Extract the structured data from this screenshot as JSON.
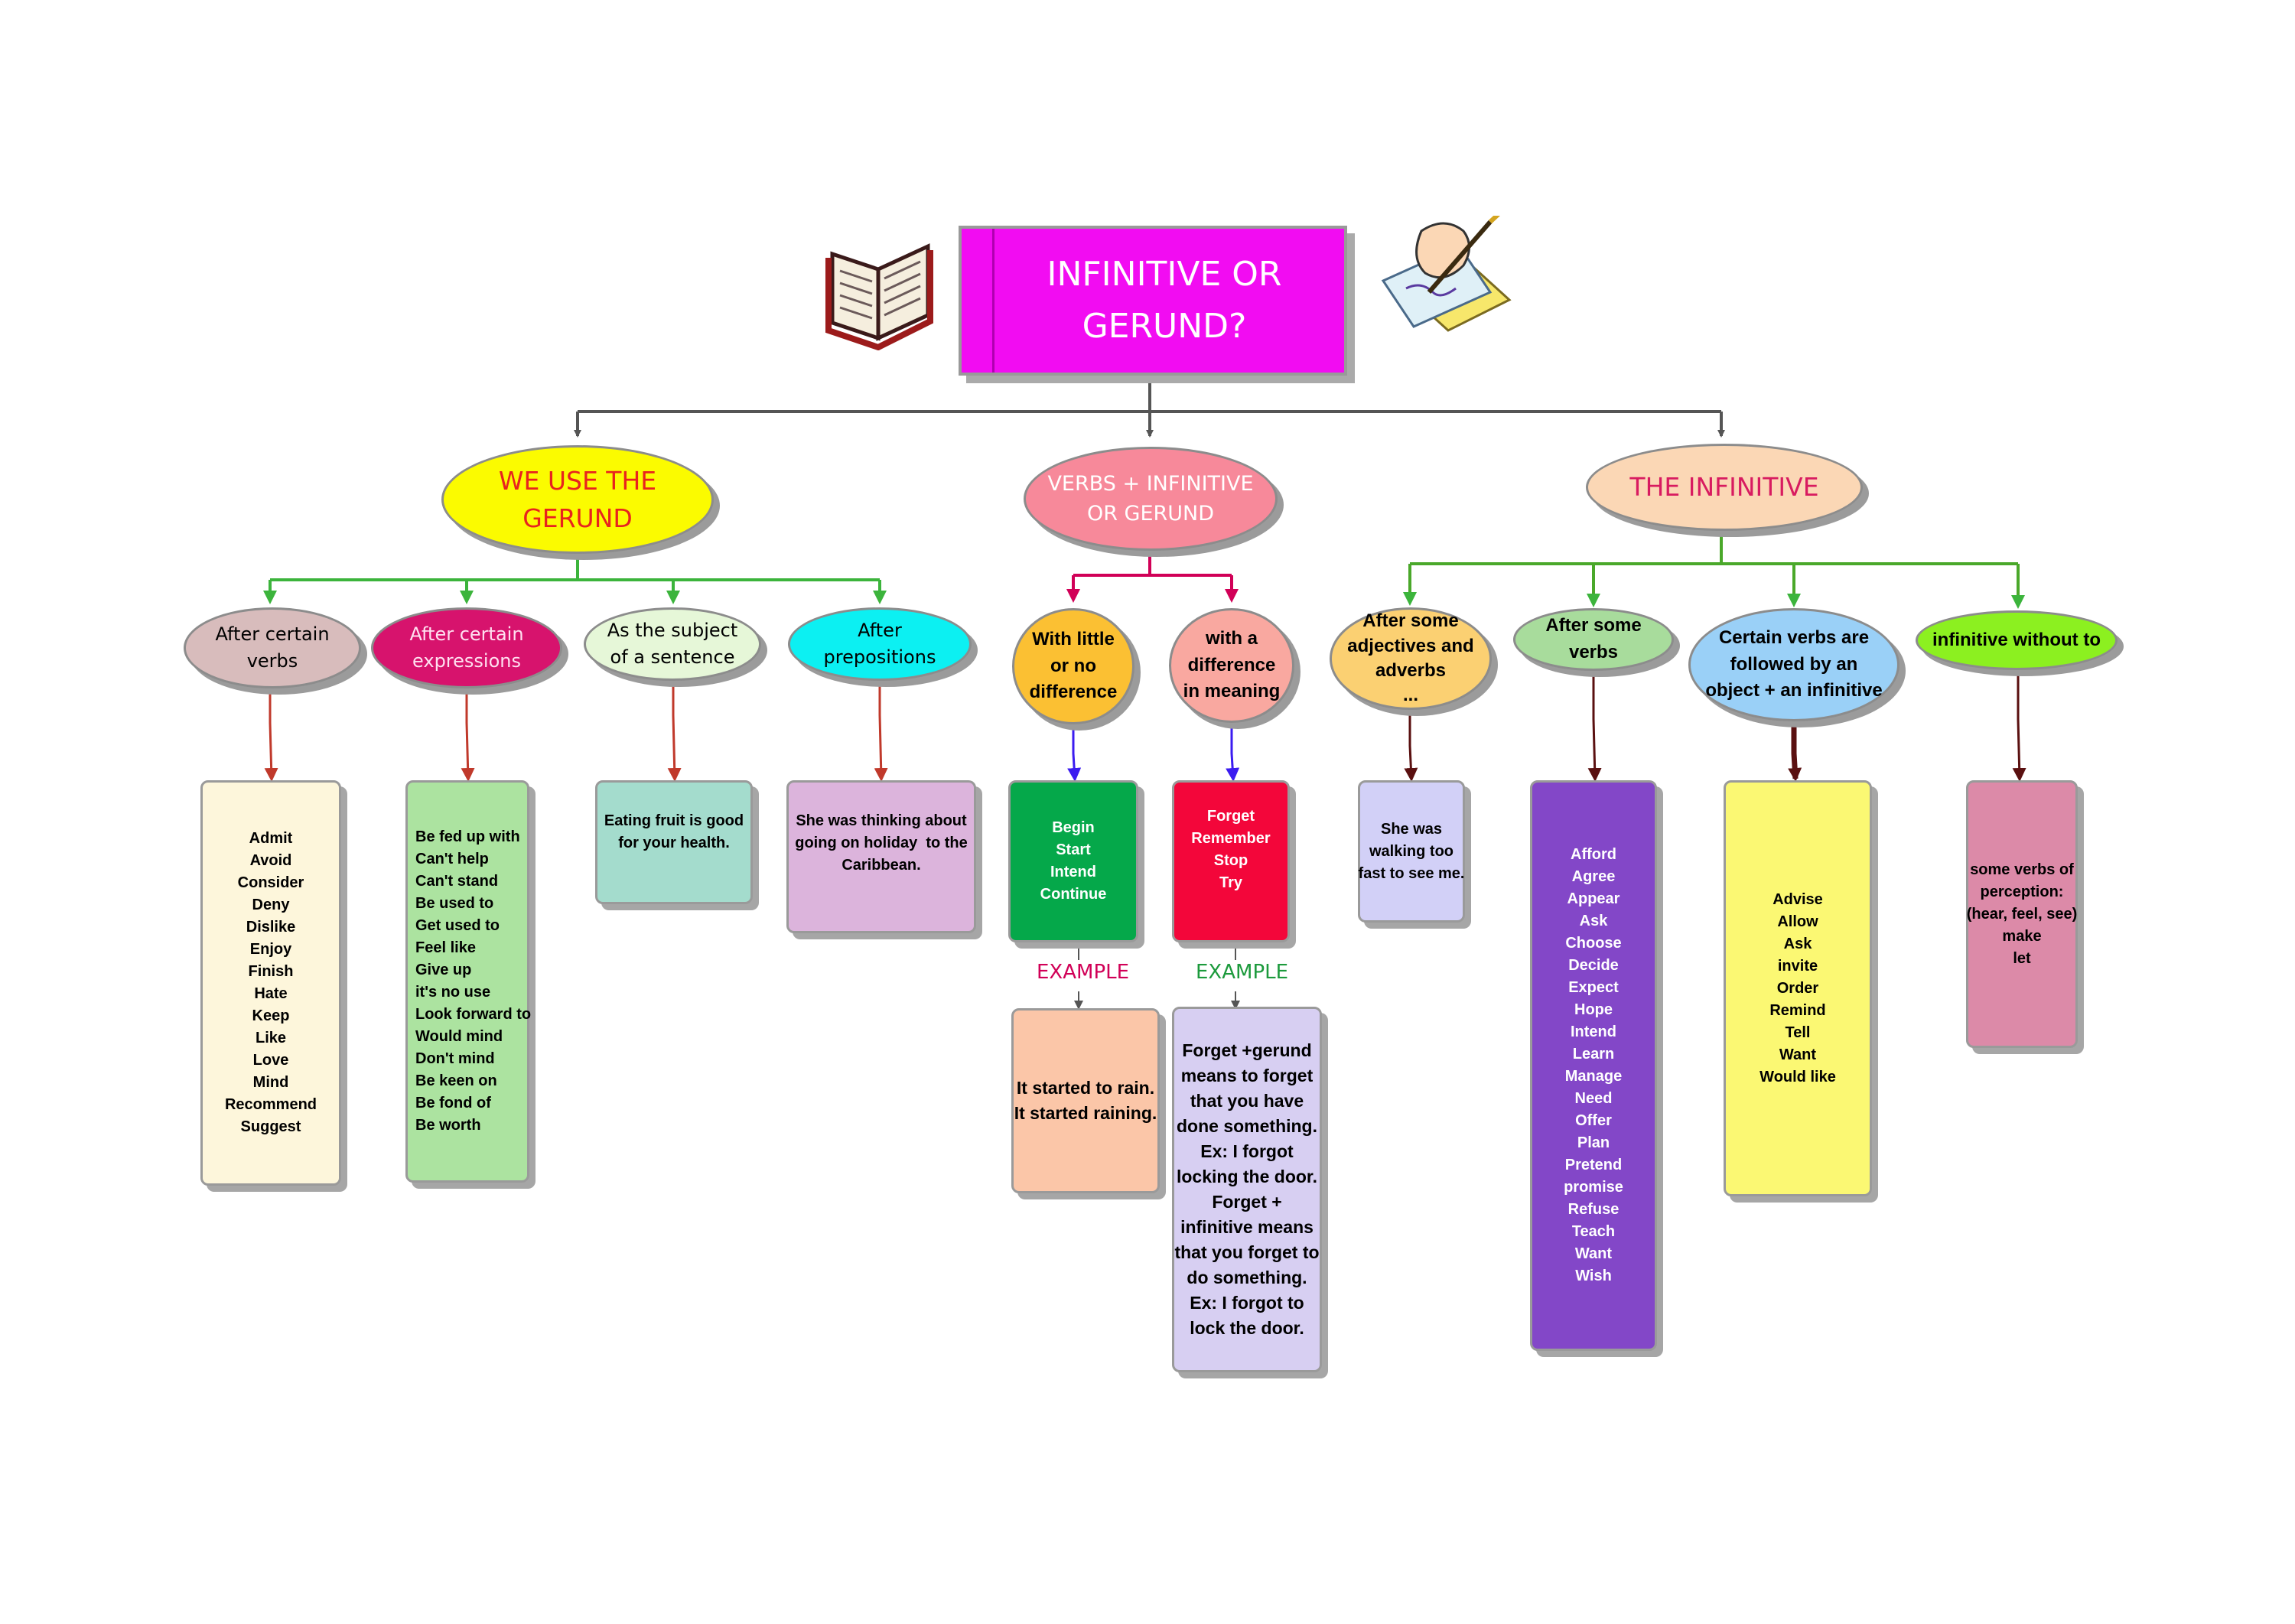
{
  "title": "INFINITIVE OR\nGERUND?",
  "icons": {
    "left": "open-book-icon",
    "right": "writing-hand-icon"
  },
  "colors": {
    "title": "#f20cf2",
    "gerund": "#fbfb00",
    "both": "#f7899a",
    "infinitive": "#fbd7b5",
    "gerund_connector": "#3cb43c",
    "both_connector": "#d10057",
    "infinitive_connector": "#4aa82a"
  },
  "branches": {
    "gerund": {
      "label": "WE USE THE\nGERUND",
      "children": [
        {
          "label": "After certain\nverbs",
          "content": "Admit\nAvoid\nConsider\nDeny\nDislike\nEnjoy\nFinish\nHate\nKeep\nLike\nLove\nMind\nRecommend\nSuggest"
        },
        {
          "label": "After certain\nexpressions",
          "content": "Be fed up with\nCan't help\nCan't stand\nBe used to\nGet used to\nFeel like\nGive up\nit's no use\nLook forward to\nWould mind\nDon't mind\nBe keen on\nBe fond of\nBe worth"
        },
        {
          "label": "As the subject\nof a sentence",
          "content": "Eating fruit is good\nfor your health."
        },
        {
          "label": "After\nprepositions",
          "content": "She was thinking about\ngoing on holiday  to the\nCaribbean."
        }
      ]
    },
    "both": {
      "label": "VERBS + INFINITIVE\nOR GERUND",
      "example_label": "EXAMPLE",
      "children": [
        {
          "label": "With little\nor no\ndifference",
          "content": "Begin\nStart\nIntend\nContinue",
          "example": "It started to rain.\nIt started raining."
        },
        {
          "label": "with a\ndifference\nin meaning",
          "content": "Forget\nRemember\nStop\nTry",
          "example": "Forget +gerund\nmeans to forget\nthat you have\ndone something.\nEx: I forgot\nlocking the door.\nForget +\ninfinitive means\nthat you forget to\ndo something.\nEx: I forgot to\nlock the door."
        }
      ]
    },
    "infinitive": {
      "label": "THE INFINITIVE",
      "children": [
        {
          "label": "After some\nadjectives and\nadverbs\n...",
          "content": "She was\nwalking too\nfast to see me."
        },
        {
          "label": "After some\nverbs",
          "content": "Afford\nAgree\nAppear\nAsk\nChoose\nDecide\nExpect\nHope\nIntend\nLearn\nManage\nNeed\nOffer\nPlan\nPretend\npromise\nRefuse\nTeach\nWant\nWish"
        },
        {
          "label": "Certain verbs are\nfollowed by an\nobject + an infinitive",
          "content": "Advise\nAllow\nAsk\ninvite\nOrder\nRemind\nTell\nWant\nWould like"
        },
        {
          "label": "infinitive without to",
          "content": "some verbs of\nperception:\n(hear, feel, see)\nmake\nlet"
        }
      ]
    }
  }
}
